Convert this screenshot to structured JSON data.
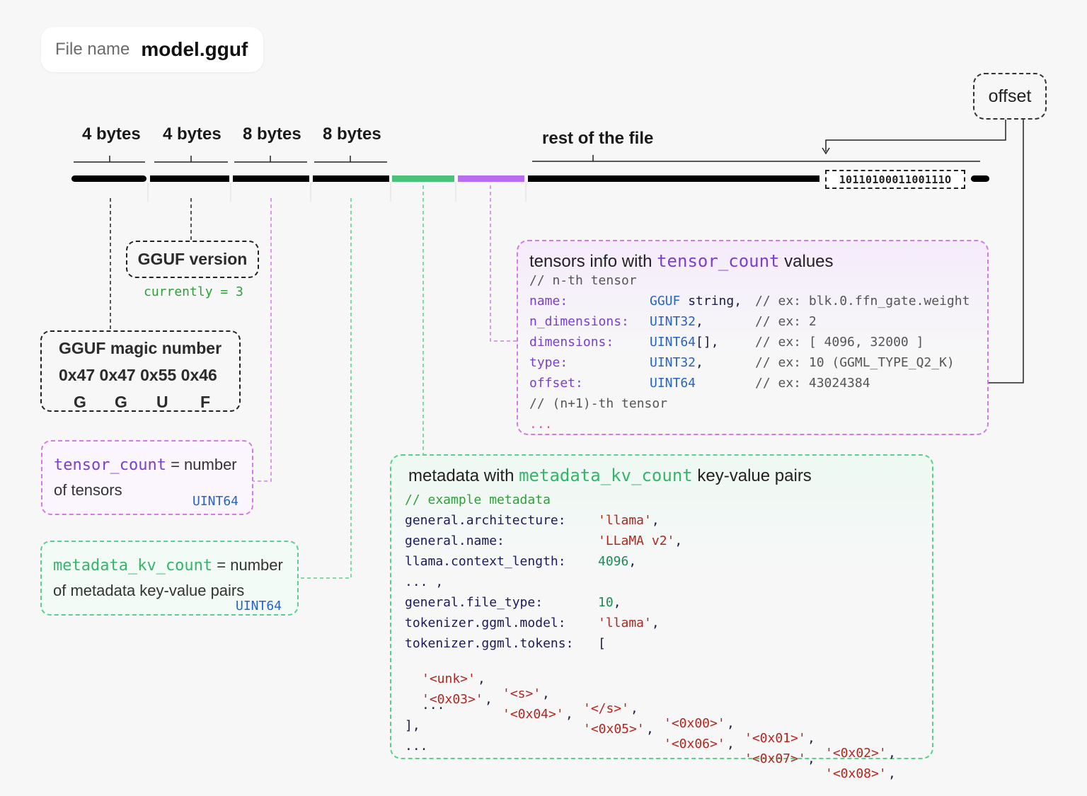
{
  "file_name": {
    "label": "File name",
    "value": "model.gguf"
  },
  "segments": [
    {
      "size_label": "4 bytes"
    },
    {
      "size_label": "4 bytes"
    },
    {
      "size_label": "8 bytes"
    },
    {
      "size_label": "8 bytes"
    }
  ],
  "rest_label": "rest of the file",
  "offset_label": "offset",
  "binary_value": "1011010001100111O",
  "colors": {
    "bar": "#000000",
    "metadata": "#4cc17a",
    "tensors": "#b96cf0"
  },
  "gguf_version": {
    "title": "GGUF version",
    "note": "currently = 3"
  },
  "magic": {
    "title": "GGUF magic number",
    "bytes": "0x47 0x47 0x55 0x46",
    "letters": [
      "G",
      "G",
      "U",
      "F"
    ]
  },
  "tensor_count": {
    "name": "tensor_count",
    "eq": "= number",
    "desc": "of tensors",
    "type": "UINT64"
  },
  "kv_count": {
    "name": "metadata_kv_count",
    "eq": "= number",
    "desc": "of metadata key-value pairs",
    "type": "UINT64"
  },
  "tensors_info": {
    "title_pre": "tensors info with",
    "title_code": "tensor_count",
    "title_post": "values",
    "comment_top": "// n-th tensor",
    "fields": [
      {
        "key": "name:",
        "type": "GGUF",
        "type_rest": " string,",
        "comment": "// ex: blk.0.ffn_gate.weight"
      },
      {
        "key": "n_dimensions:",
        "type": "UINT32",
        "type_rest": ",",
        "comment": "// ex: 2"
      },
      {
        "key": "dimensions:",
        "type": "UINT64",
        "type_rest": "[],",
        "comment": "// ex: [ 4096, 32000 ]"
      },
      {
        "key": "type:",
        "type": "UINT32",
        "type_rest": ",",
        "comment": "// ex: 10 (GGML_TYPE_Q2_K)"
      },
      {
        "key": "offset:",
        "type": "UINT64",
        "type_rest": "",
        "comment": "// ex: 43024384"
      }
    ],
    "comment_bottom": "// (n+1)-th tensor",
    "ellipsis": "..."
  },
  "metadata": {
    "title_pre": "metadata with",
    "title_code": "metadata_kv_count",
    "title_post": "key-value pairs",
    "comment": "// example metadata",
    "entries": [
      {
        "key": "general.architecture:",
        "value": "'llama'",
        "kind": "str",
        "suffix": ","
      },
      {
        "key": "general.name:",
        "value": "'LLaMA v2'",
        "kind": "str",
        "suffix": ","
      },
      {
        "key": "llama.context_length:",
        "value": "4096",
        "kind": "num",
        "suffix": ","
      },
      {
        "key": "... ,",
        "value": "",
        "kind": "plain",
        "suffix": ""
      },
      {
        "key": "general.file_type:",
        "value": "10",
        "kind": "num",
        "suffix": ","
      },
      {
        "key": "tokenizer.ggml.model:",
        "value": "'llama'",
        "kind": "str",
        "suffix": ","
      },
      {
        "key": "tokenizer.ggml.tokens:",
        "value": "[",
        "kind": "plain",
        "suffix": ""
      }
    ],
    "token_rows": [
      [
        "'<unk>'",
        "'<s>'",
        "'</s>'",
        "'<0x00>'",
        "'<0x01>'",
        "'<0x02>'"
      ],
      [
        "'<0x03>'",
        "'<0x04>'",
        "'<0x05>'",
        "'<0x06>'",
        "'<0x07>'",
        "'<0x08>'"
      ]
    ],
    "inner_ellipsis": "...",
    "close": "],",
    "outer_ellipsis": "..."
  }
}
